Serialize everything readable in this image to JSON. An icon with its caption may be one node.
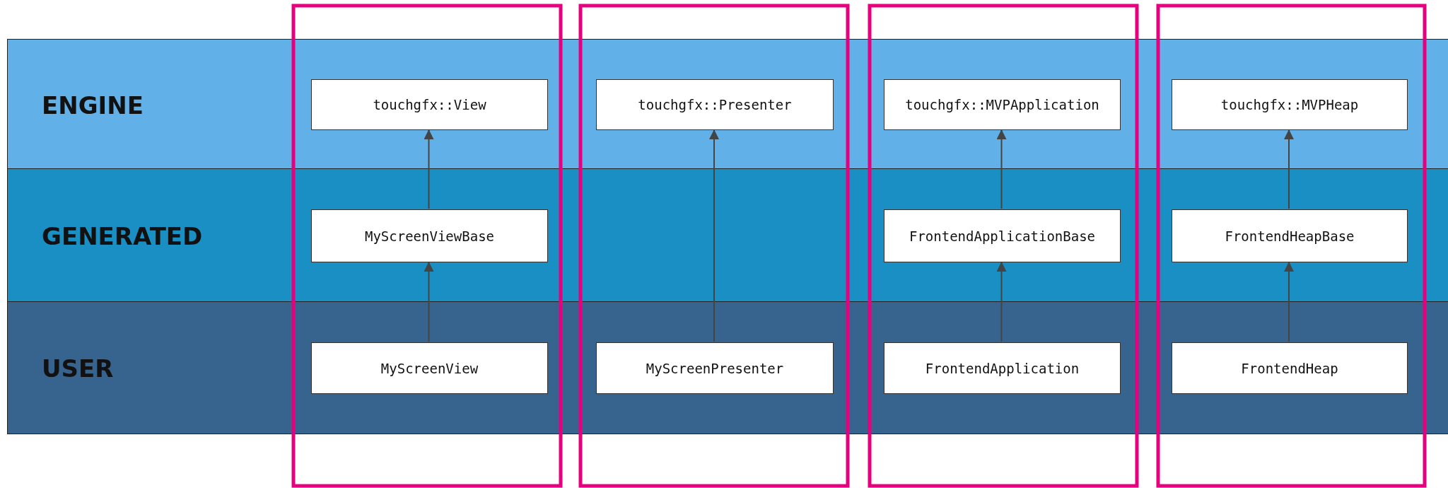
{
  "diagram": {
    "nodes": [
      {
        "text": [
          "ENGINE"
        ]
      },
      {
        "text": [
          "touchgfx::View"
        ],
        "in": 0
      },
      {
        "text": [
          "touchgfx::Presenter"
        ],
        "in": 0
      },
      {
        "text": [
          "touchgfx::MVPApplication"
        ],
        "in": 0
      },
      {
        "text": [
          "touchgfx::MVPHeap"
        ],
        "in": 0
      },
      {
        "text": [
          "GENERATED"
        ]
      },
      {
        "text": [
          "MyScreenViewBase"
        ],
        "in": 5
      },
      {
        "text": [
          "FrontendApplicationBase"
        ],
        "in": 5
      },
      {
        "text": [
          "FrontendHeapBase"
        ],
        "in": 5
      },
      {
        "text": [
          "USER"
        ]
      },
      {
        "text": [
          "MyScreenView"
        ],
        "in": 9
      },
      {
        "text": [
          "MyScreenPresenter"
        ],
        "in": 9
      },
      {
        "text": [
          "FrontendApplication"
        ],
        "in": 9
      },
      {
        "text": [
          "FrontendHeap"
        ],
        "in": 9
      }
    ],
    "edges": [
      {
        "from": 6,
        "to": 1,
        "arrow": "to"
      },
      {
        "from": 10,
        "to": 6,
        "arrow": "to"
      },
      {
        "from": 11,
        "to": 2,
        "arrow": "to"
      },
      {
        "from": 7,
        "to": 3,
        "arrow": "to"
      },
      {
        "from": 12,
        "to": 7,
        "arrow": "to"
      },
      {
        "from": 8,
        "to": 4,
        "arrow": "to"
      },
      {
        "from": 13,
        "to": 8,
        "arrow": "to"
      }
    ]
  }
}
